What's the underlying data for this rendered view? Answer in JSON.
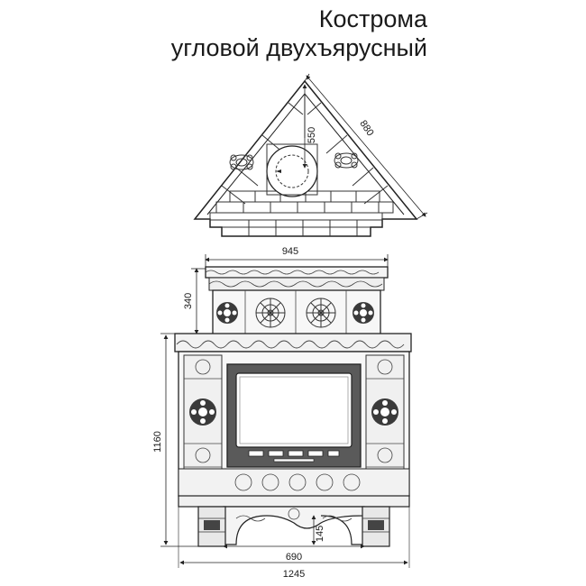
{
  "title": {
    "line1": "Кострома",
    "line2": "угловой двухъярусный"
  },
  "dimensions": {
    "top_side": "880",
    "top_depth": "550",
    "upper_width": "945",
    "upper_height": "340",
    "total_height": "1160",
    "leg_height": "145",
    "inner_width": "690",
    "total_width": "1245"
  },
  "colors": {
    "line": "#222222",
    "tile_fill": "#f4f4f4",
    "ornament": "#3a3a3a",
    "door_frame": "#555555",
    "glass": "#ffffff"
  }
}
